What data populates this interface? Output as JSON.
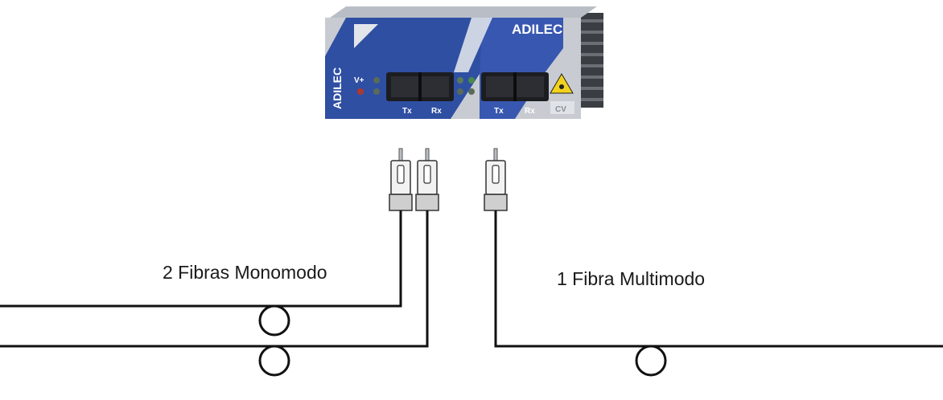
{
  "device": {
    "brand": "ADILEC",
    "side_brand": "ADILEC",
    "power_label": "V+",
    "port1_tx": "Tx",
    "port1_rx": "Rx",
    "port2_tx": "Tx",
    "port2_rx": "Rx",
    "model_code": "CV"
  },
  "labels": {
    "single_mode": "2 Fibras Monomodo",
    "multi_mode": "1 Fibra Multimodo"
  },
  "colors": {
    "device_blue": "#2f4fa3",
    "device_grey": "#c8ccd2",
    "fiber_line": "#111111",
    "laser_warning": "#f2d21b"
  }
}
